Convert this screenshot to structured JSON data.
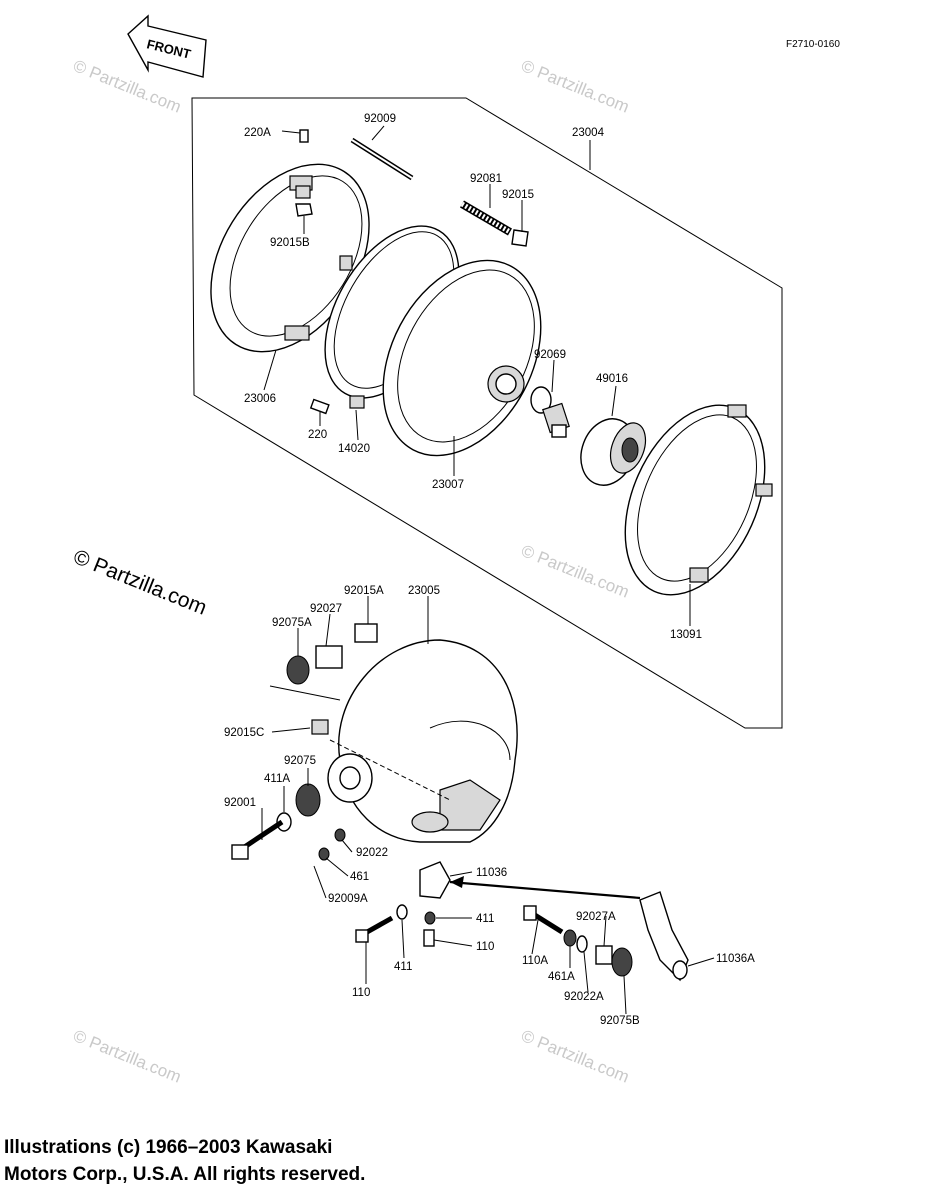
{
  "figure_code": "F2710-0160",
  "front_label": "FRONT",
  "watermark": "© Partzilla.com",
  "copyright_lines": [
    "Illustrations (c) 1966–2003 Kawasaki",
    "Motors Corp., U.S.A.  All rights reserved."
  ],
  "parts": {
    "p220A": "220A",
    "p92009": "92009",
    "p23004": "23004",
    "p92081": "92081",
    "p92015": "92015",
    "p92015B": "92015B",
    "p92069": "92069",
    "p49016": "49016",
    "p23006": "23006",
    "p220": "220",
    "p14020": "14020",
    "p23007": "23007",
    "p13091": "13091",
    "p92015A": "92015A",
    "p23005": "23005",
    "p92027": "92027",
    "p92075A": "92075A",
    "p92015C": "92015C",
    "p92075": "92075",
    "p411A": "411A",
    "p92001": "92001",
    "p92022": "92022",
    "p461": "461",
    "p92009A": "92009A",
    "p11036": "11036",
    "p411_a": "411",
    "p110_a": "110",
    "p411_b": "411",
    "p110_b": "110",
    "p92027A": "92027A",
    "p110A": "110A",
    "p461A": "461A",
    "p92022A": "92022A",
    "p11036A": "11036A",
    "p92075B": "92075B"
  }
}
